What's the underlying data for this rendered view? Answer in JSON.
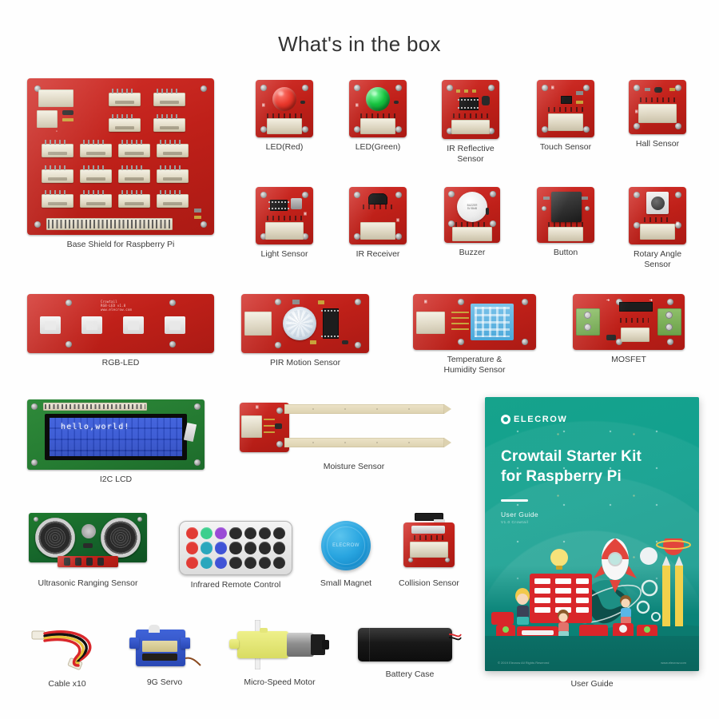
{
  "page": {
    "title": "What's in the box",
    "background_color": "#ffffff",
    "pcb_color": "#c1211a",
    "booklet_color": "#12a08f"
  },
  "items": [
    {
      "id": "base-shield",
      "label": "Base Shield for Raspberry Pi"
    },
    {
      "id": "led-red",
      "label": "LED(Red)"
    },
    {
      "id": "led-green",
      "label": "LED(Green)"
    },
    {
      "id": "ir-reflective",
      "label": "IR Reflective\nSensor"
    },
    {
      "id": "touch-sensor",
      "label": "Touch Sensor"
    },
    {
      "id": "hall-sensor",
      "label": "Hall Sensor"
    },
    {
      "id": "light-sensor",
      "label": "Light Sensor"
    },
    {
      "id": "ir-receiver",
      "label": "IR Receiver"
    },
    {
      "id": "buzzer",
      "label": "Buzzer"
    },
    {
      "id": "button",
      "label": "Button"
    },
    {
      "id": "rotary-angle",
      "label": "Rotary Angle\nSensor"
    },
    {
      "id": "rgb-led",
      "label": "RGB-LED"
    },
    {
      "id": "pir-motion",
      "label": "PIR Motion Sensor"
    },
    {
      "id": "temp-humidity",
      "label": "Temperature &\nHumidity Sensor"
    },
    {
      "id": "mosfet",
      "label": "MOSFET"
    },
    {
      "id": "i2c-lcd",
      "label": "I2C LCD"
    },
    {
      "id": "moisture-sensor",
      "label": "Moisture Sensor"
    },
    {
      "id": "ultrasonic",
      "label": "Ultrasonic Ranging Sensor"
    },
    {
      "id": "ir-remote",
      "label": "Infrared Remote Control"
    },
    {
      "id": "small-magnet",
      "label": "Small Magnet"
    },
    {
      "id": "collision-sensor",
      "label": "Collision Sensor"
    },
    {
      "id": "cable",
      "label": "Cable x10"
    },
    {
      "id": "servo",
      "label": "9G Servo"
    },
    {
      "id": "motor",
      "label": "Micro-Speed Motor"
    },
    {
      "id": "battery-case",
      "label": "Battery Case"
    },
    {
      "id": "user-guide",
      "label": "User Guide"
    }
  ],
  "lcd": {
    "display_text": "hello,world!"
  },
  "magnet": {
    "logo_text": "ELECROW"
  },
  "booklet": {
    "brand": "ELECROW",
    "title": "Crowtail Starter Kit\nfor Raspberry Pi",
    "subtitle": "User Guide",
    "subtitle_small": "V1.0    Crowtail",
    "footer_left": "© 2019 Elecrow All Rights Reserved",
    "footer_right": "www.elecrow.com"
  }
}
